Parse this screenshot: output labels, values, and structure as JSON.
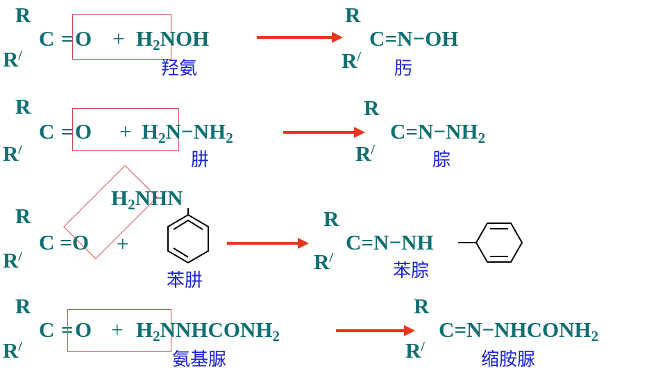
{
  "reagents": [
    {
      "formula_pre": "H",
      "formula_sub": "2",
      "formula_post": "NOH",
      "name": "羟氨"
    },
    {
      "formula_pre": "H",
      "formula_sub": "2",
      "formula_post": "N−NH",
      "formula_sub2": "2",
      "name": "肼"
    },
    {
      "formula_pre": "H",
      "formula_sub": "2",
      "formula_post": "NHN",
      "name": "苯肼"
    },
    {
      "formula_pre": "H",
      "formula_sub": "2",
      "formula_post": "NNHCONH",
      "formula_sub2": "2",
      "name": "氨基脲"
    }
  ],
  "products": [
    {
      "formula": "C=N−OH",
      "name": "肟"
    },
    {
      "formula": "C=N−NH",
      "formula_sub": "2",
      "name": "腙"
    },
    {
      "formula": "C=N−NH",
      "name": "苯腙"
    },
    {
      "formula": "C=N−NHCONH",
      "formula_sub": "2",
      "name": "缩胺脲"
    }
  ],
  "carbonyl": {
    "r": "R",
    "r_prime": "R",
    "prime_mark": "/",
    "c": "C",
    "eq": "=",
    "o": "O",
    "plus": "+"
  },
  "colors": {
    "formula": "#0f6f72",
    "name": "#1a22d8",
    "arrow": "#e8361a",
    "box": "#d24a4a"
  }
}
